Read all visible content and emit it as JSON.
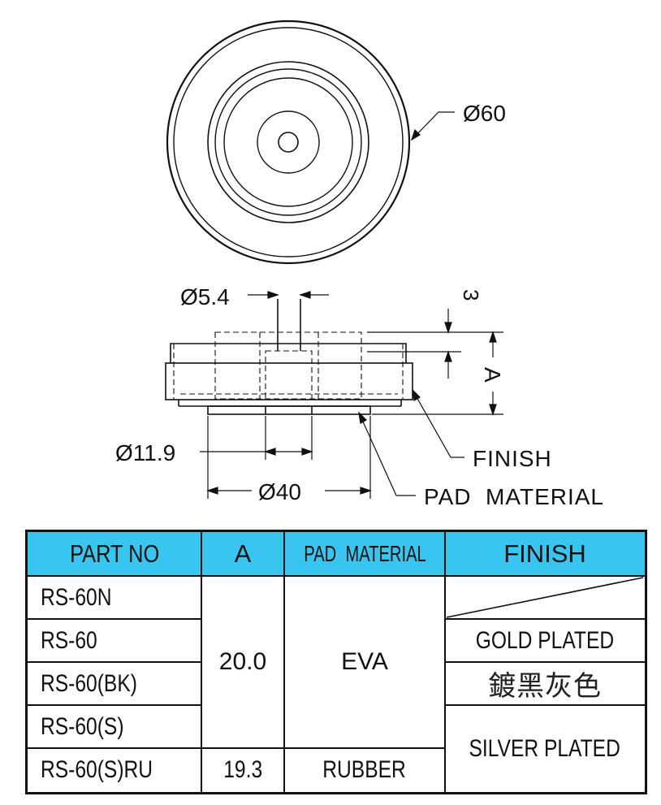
{
  "colors": {
    "header_bg": "#38c6f0",
    "line": "#111111"
  },
  "labels": {
    "dia60": "Ø60",
    "dia5_4": "Ø5.4",
    "dim3": "3",
    "dimA": "A",
    "dia11_9": "Ø11.9",
    "dia40": "Ø40",
    "finish": "FINISH",
    "pad_material": "PAD  MATERIAL"
  },
  "table": {
    "headers": [
      "PART NO",
      "A",
      "PAD  MATERIAL",
      "FINISH"
    ],
    "rows": [
      {
        "part_no": "RS-60N"
      },
      {
        "part_no": "RS-60"
      },
      {
        "part_no": "RS-60(BK)"
      },
      {
        "part_no": "RS-60(S)"
      },
      {
        "part_no": "RS-60(S)RU",
        "a": "19.3",
        "pad": "RUBBER"
      }
    ],
    "a_merged": "20.0",
    "pad_merged": "EVA",
    "finish": {
      "gold": "GOLD PLATED",
      "gray": "鍍黑灰色",
      "silver": "SILVER PLATED"
    }
  }
}
